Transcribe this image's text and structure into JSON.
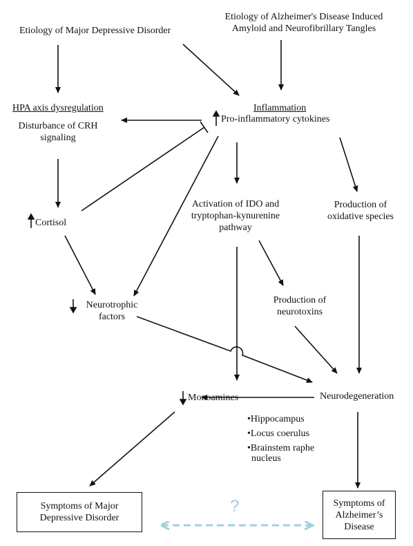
{
  "diagram": {
    "nodes": {
      "etiology_mdd": "Etiology of Major Depressive Disorder",
      "etiology_ad_line1": "Etiology of Alzheimer's Disease Induced",
      "etiology_ad_line2": "Amyloid and Neurofibrillary Tangles",
      "hpa_title": "HPA axis dysregulation",
      "hpa_line1": "Disturbance of CRH",
      "hpa_line2": "signaling",
      "inflammation_title": "Inflammation",
      "inflammation_body": "Pro-inflammatory cytokines",
      "cortisol": "Cortisol",
      "ido_line1": "Activation of IDO and",
      "ido_line2": "tryptophan-kynurenine",
      "ido_line3": "pathway",
      "oxidative_line1": "Production of",
      "oxidative_line2": "oxidative species",
      "neurotrophic_line1": "Neurotrophic",
      "neurotrophic_line2": "factors",
      "neurotoxins_line1": "Production of",
      "neurotoxins_line2": "neurotoxins",
      "monoamines": "Monoamines",
      "neurodegeneration": "Neurodegeneration",
      "regions": [
        "•Hippocampus",
        "•Locus coerulus",
        "•Brainstem raphe",
        "nucleus"
      ],
      "symptoms_mdd": "Symptoms of Major\nDepressive Disorder",
      "symptoms_ad": "Symptoms of\nAlzheimer’s\nDisease",
      "question_mark": "?"
    },
    "colors": {
      "arrow": "#111111",
      "link": "#9fd0e0"
    }
  }
}
